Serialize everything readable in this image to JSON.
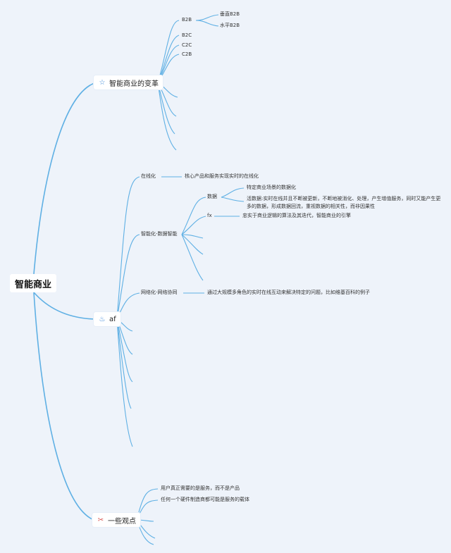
{
  "root": {
    "label": "智能商业"
  },
  "branch1": {
    "label": "智能商业的变革",
    "icon": "star-icon",
    "children": {
      "b2b": "B2B",
      "b2c": "B2C",
      "c2c": "C2C",
      "c2b": "C2B"
    },
    "b2b_children": {
      "vertical": "垂直B2B",
      "horizontal": "水平B2B"
    }
  },
  "branch2": {
    "label": "af",
    "icon": "fire-icon",
    "online": {
      "label": "在线化",
      "note": "核心产品和服务实现实时的在线化"
    },
    "data_intel": {
      "label": "智能化-数据智能",
      "data": {
        "label": "数据",
        "scene": "特定商业场景的数据化",
        "live": "活数据:实时在线并且不断被更新，不断地被消化、处理，产生增值服务，同时又能产生更多的数据，形成数据回流，重视数据的相关性，而非因果性"
      },
      "fx": {
        "label": "fx",
        "note": "忠实于商业逻辑的算法及其迭代，智能商业的引擎"
      }
    },
    "network": {
      "label": "网络化-网络协同",
      "note": "通过大规模多角色的实时在线互动来解决特定的问题，比如维基百科的例子"
    }
  },
  "branch3": {
    "label": "一些观点",
    "icon": "tools-icon",
    "items": [
      "用户真正需要的是服务，而不是产品",
      "任何一个硬件制造商都可能是服务的载体"
    ]
  },
  "colors": {
    "background": "#eef3fa",
    "link": "#5fb0e4"
  }
}
